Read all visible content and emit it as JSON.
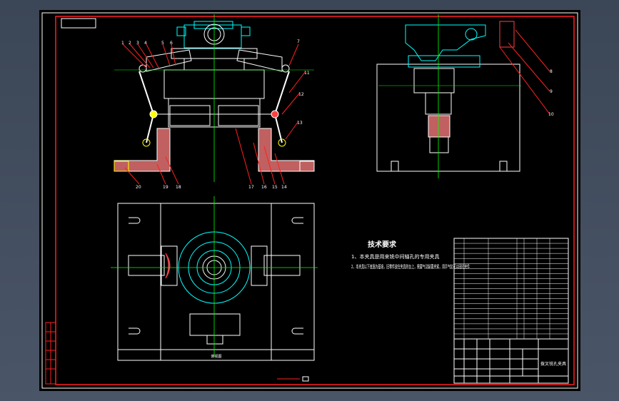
{
  "colors": {
    "background": "#000000",
    "viewport": "#3b4656",
    "border": "#ffffff",
    "frame": "#ff0000",
    "centerline": "#00ff00",
    "part_fill": "#c06060",
    "highlight": "#00ffff",
    "hatch": "#ff3333",
    "lines": "#ffffff"
  },
  "technical_requirements": {
    "title": "技术要求",
    "items": [
      "1、本夹具是用来铣中间轴孔的专用夹具",
      "2、本夹具以下底面为基准，旧零件放在夹具的台上，需要气动装置夹紧，用手气缸可以同时夹件"
    ]
  },
  "view_label": "俯视图",
  "title_block": {
    "drawing_title": "拨叉铣孔夹具"
  },
  "balloons": [
    "1",
    "2",
    "3",
    "4",
    "5",
    "6",
    "7",
    "8",
    "9",
    "10",
    "11",
    "12",
    "13",
    "14",
    "15",
    "16",
    "17",
    "18",
    "19",
    "20"
  ],
  "side_table_title": "标准件明细"
}
